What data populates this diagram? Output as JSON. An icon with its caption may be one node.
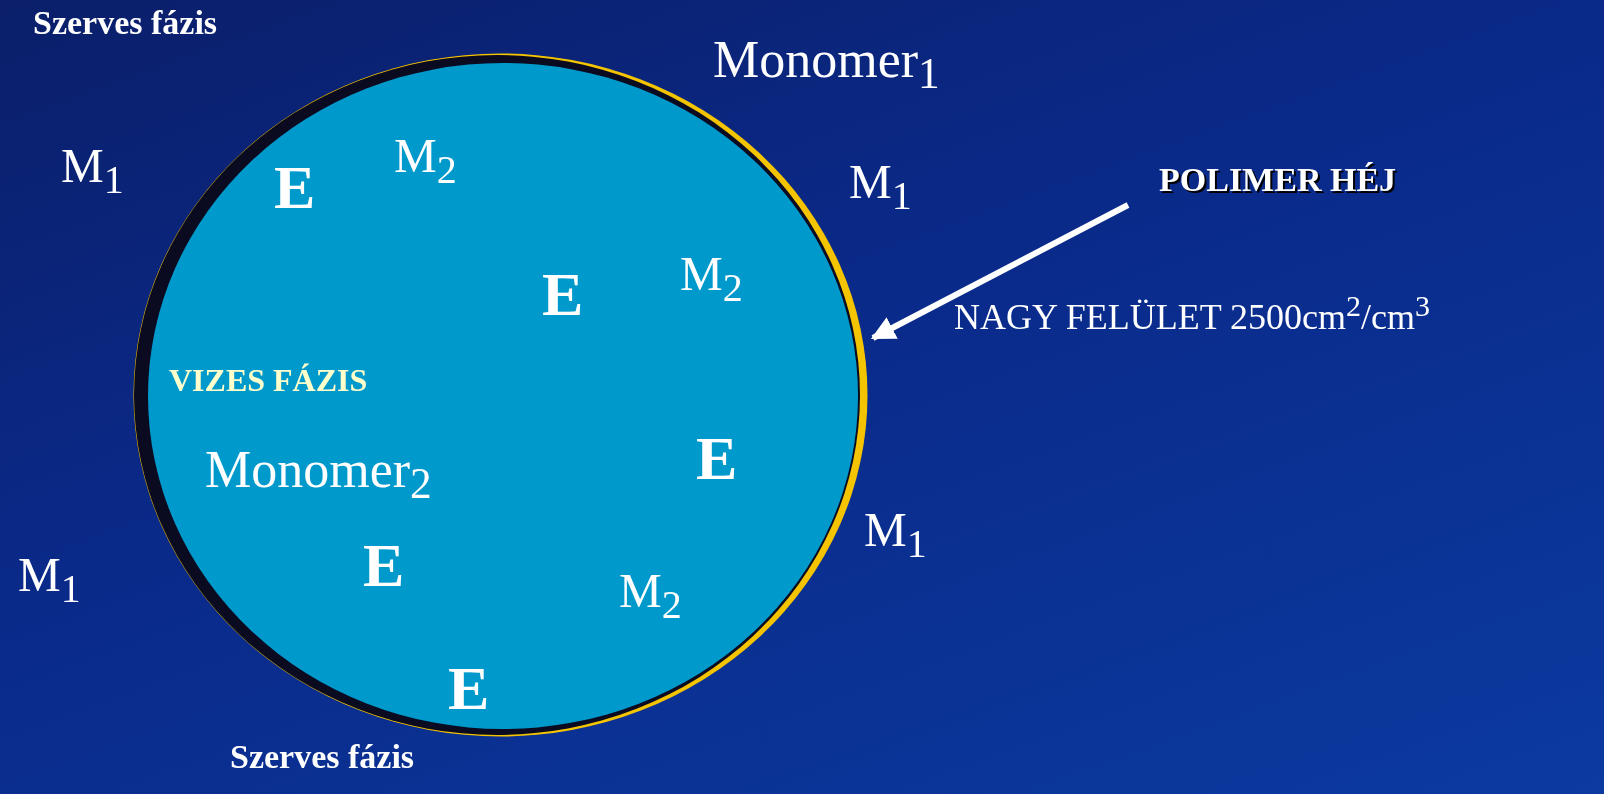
{
  "diagram": {
    "nodes": [
      {
        "text": [
          "M$_{2}$",
          "E",
          "M$_{2}$",
          "E",
          "VIZES FÁZIS",
          "E",
          "Monomer$_{2}$",
          "E",
          "M$_{2}$",
          "E"
        ]
      },
      {
        "text": [
          "POLIMER HÉJ"
        ]
      }
    ],
    "edges": [
      {
        "from": 1,
        "to": 0,
        "arrow": "to"
      }
    ],
    "labels": [
      "Szerves fázis",
      "Monomer$_{1}$",
      "M$_{1}$",
      "M$_{1}$",
      "NAGY FELÜLET  2500cm$^{2}$/cm$^{3}$",
      "M$_{1}$",
      "M$_{1}$",
      "Szerves fázis"
    ]
  }
}
